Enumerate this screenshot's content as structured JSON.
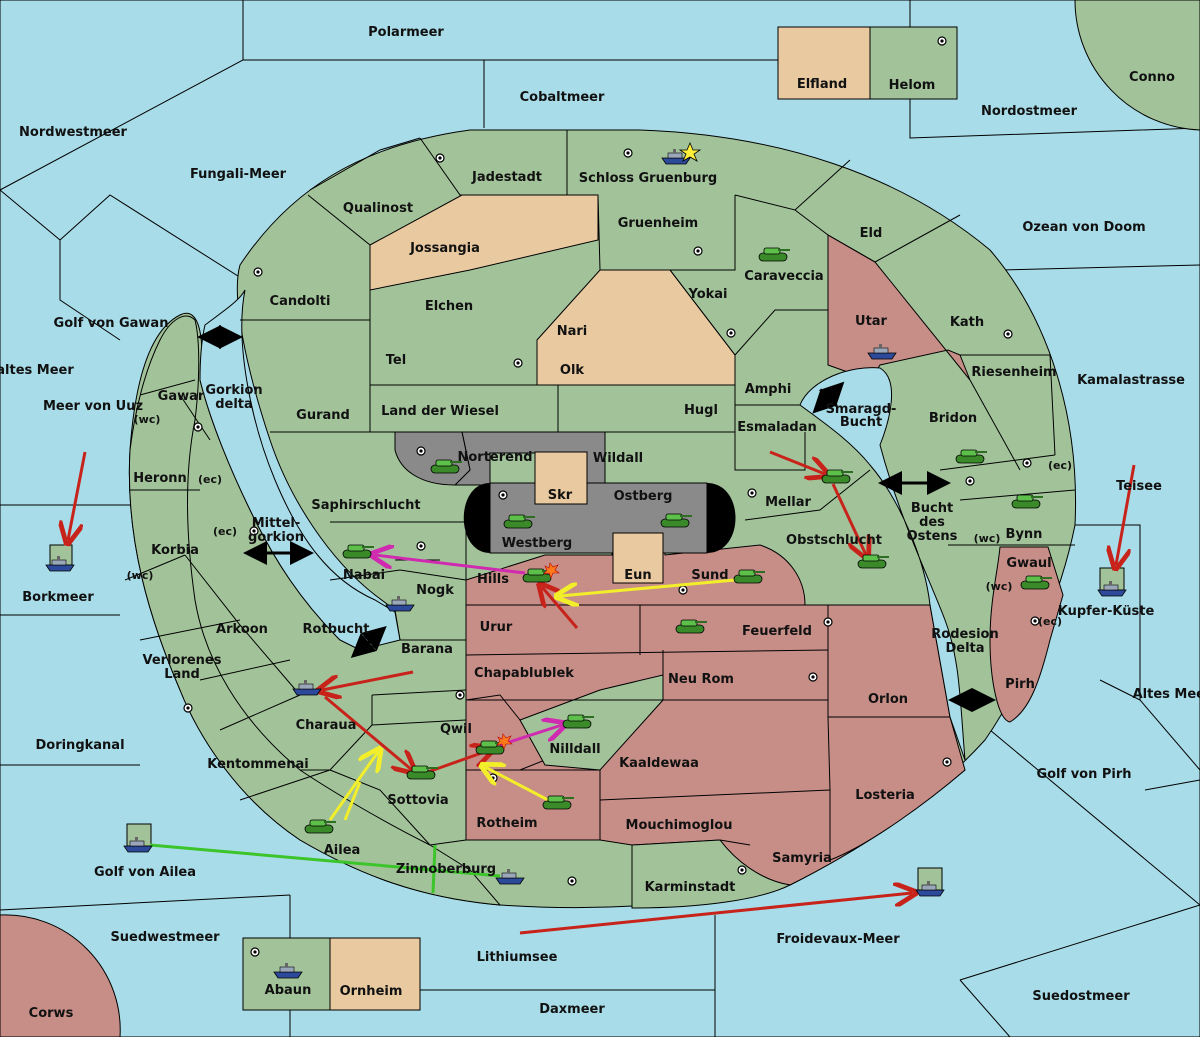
{
  "colors": {
    "sea": "#a8dce8",
    "land": "#a2c39a",
    "neutral": "#e8c9a0",
    "occupied": "#c78e88",
    "capital": "#8a8a8a",
    "order_red": "#c8231b",
    "order_yellow": "#f2ef2a",
    "order_magenta": "#d02ab0",
    "order_green": "#3cc52a"
  },
  "regions": {
    "polarmeer": "Polarmeer",
    "cobaltmeer": "Cobaltmeer",
    "nordwestmeer": "Nordwestmeer",
    "fungali": "Fungali-Meer",
    "nordostmeer": "Nordostmeer",
    "conno": "Conno",
    "elfland": "Elfland",
    "helom": "Helom",
    "ozean": "Ozean von Doom",
    "kaltes_meer": "Kaltes Meer",
    "golf_gawan": "Golf von Gawan",
    "meer_uuz": "Meer von Uuz",
    "borkmeer": "Borkmeer",
    "kamalastrasse": "Kamalastrasse",
    "teisee": "Teisee",
    "kupferkueste": "Kupfer-Küste",
    "altes_meer": "Altes Meer",
    "golf_pirh": "Golf von Pirh",
    "doringkanal": "Doringkanal",
    "golf_ailea": "Golf von Ailea",
    "suedwestmeer": "Suedwestmeer",
    "lithiumsee": "Lithiumsee",
    "froidevaux": "Froidevaux-Meer",
    "daxmeer": "Daxmeer",
    "suedostmeer": "Suedostmeer",
    "corws": "Corws",
    "abaun": "Abaun",
    "ornheim": "Ornheim",
    "jadestadt": "Jadestadt",
    "schloss": "Schloss Gruenburg",
    "qualinost": "Qualinost",
    "jossangia": "Jossangia",
    "gruenheim": "Gruenheim",
    "caraveccia": "Caraveccia",
    "eld": "Eld",
    "candolti": "Candolti",
    "elchen": "Elchen",
    "yokai": "Yokai",
    "nari": "Nari",
    "olk": "Olk",
    "utar": "Utar",
    "kath": "Kath",
    "tel": "Tel",
    "amphi": "Amphi",
    "riesenheim": "Riesenheim",
    "gurand": "Gurand",
    "land_wiesel": "Land der Wiesel",
    "hugl": "Hugl",
    "smaragd": "Smaragd-Bucht",
    "bridon": "Bridon",
    "esmaladan": "Esmaladan",
    "norterend": "Norterend",
    "wildall": "Wildall",
    "saphir": "Saphirschlucht",
    "skr": "Skr",
    "ostberg": "Ostberg",
    "mellar": "Mellar",
    "bucht_ostens": "Bucht des Ostens",
    "westberg": "Westberg",
    "bynn": "Bynn",
    "obst": "Obstschlucht",
    "gwaul": "Gwaul",
    "nabai": "Nabai",
    "hills": "Hills",
    "eun": "Eun",
    "sund": "Sund",
    "nogk": "Nogk",
    "urur": "Urur",
    "feuerfeld": "Feuerfeld",
    "rodesion": "Rodesion Delta",
    "pirh": "Pirh",
    "rotbucht": "Rotbucht",
    "barana": "Barana",
    "chapablublek": "Chapablublek",
    "neu_rom": "Neu Rom",
    "orlon": "Orlon",
    "gawar": "Gawar",
    "gorkion": "Gorkion delta",
    "heronn": "Heronn",
    "mittelgorkion": "Mittel-gorkion",
    "korbia": "Korbia",
    "arkoon": "Arkoon",
    "verlorenes": "Verlorenes Land",
    "charaua": "Charaua",
    "qwil": "Qwil",
    "nilldall": "Nilldall",
    "kentommenai": "Kentommenai",
    "kaaldewaa": "Kaaldewaa",
    "sottovia": "Sottovia",
    "rotheim": "Rotheim",
    "losteria": "Losteria",
    "mouchi": "Mouchimoglou",
    "ailea": "Ailea",
    "samyria": "Samyria",
    "zinnoberburg": "Zinnoberburg",
    "karminstadt": "Karminstadt"
  },
  "coast_tags": {
    "wc": "(wc)",
    "ec": "(ec)"
  },
  "unit_icons": [
    "tank-icon",
    "ship-icon",
    "star-icon",
    "explosion-icon"
  ]
}
